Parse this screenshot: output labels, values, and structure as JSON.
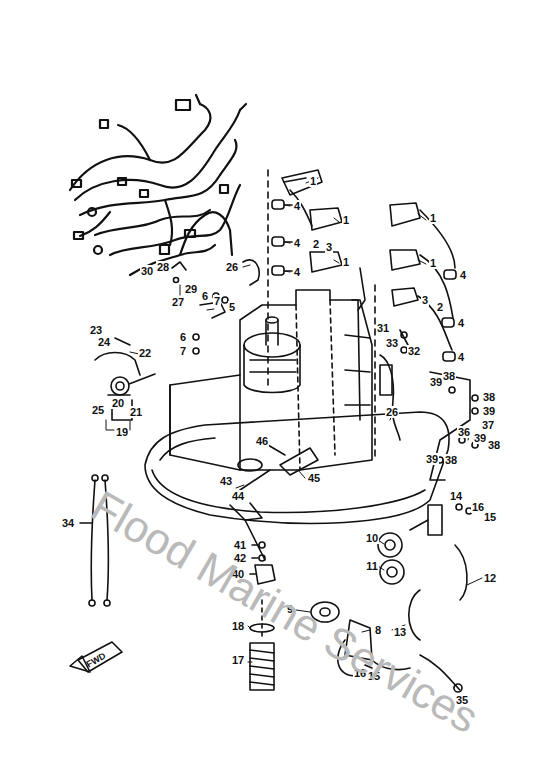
{
  "diagram": {
    "labels": [
      "1",
      "1",
      "1",
      "1",
      "1",
      "4",
      "4",
      "4",
      "4",
      "4",
      "4",
      "2",
      "3",
      "3",
      "2",
      "5",
      "6",
      "7",
      "6",
      "7",
      "23",
      "24",
      "22",
      "25",
      "20",
      "21",
      "19",
      "30",
      "28",
      "29",
      "27",
      "26",
      "31",
      "33",
      "32",
      "26",
      "39",
      "38",
      "38",
      "39",
      "37",
      "36",
      "39",
      "38",
      "39",
      "38",
      "46",
      "43",
      "44",
      "45",
      "14",
      "16",
      "15",
      "10",
      "11",
      "12",
      "13",
      "9",
      "8",
      "16",
      "15",
      "35",
      "41",
      "42",
      "40",
      "34",
      "18",
      "17",
      "FWD",
      "Flood Marine Services"
    ]
  }
}
